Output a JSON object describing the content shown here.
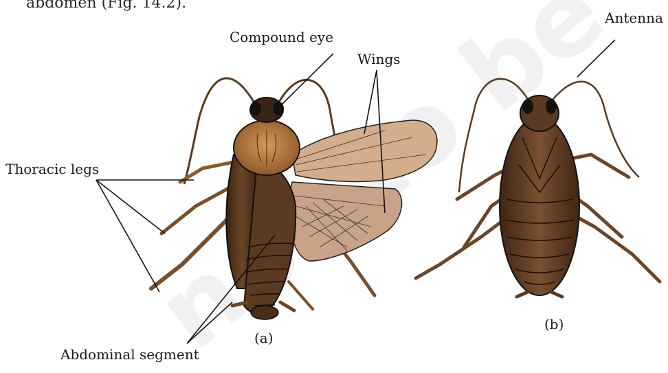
{
  "caption_fragment": "abdomen (Fig. 14.2).",
  "labels": {
    "compound_eye": "Compound eye",
    "wings": "Wings",
    "antenna": "Antenna",
    "thoracic_legs": "Thoracic legs",
    "abdominal_segment": "Abdominal segment",
    "panel_a": "(a)",
    "panel_b": "(b)"
  },
  "watermark": "not to be",
  "colors": {
    "body_dark": "#3b2414",
    "body_mid": "#6b4526",
    "pronotum": "#b5773a",
    "wing": "#d9b79a",
    "line": "#111111"
  }
}
